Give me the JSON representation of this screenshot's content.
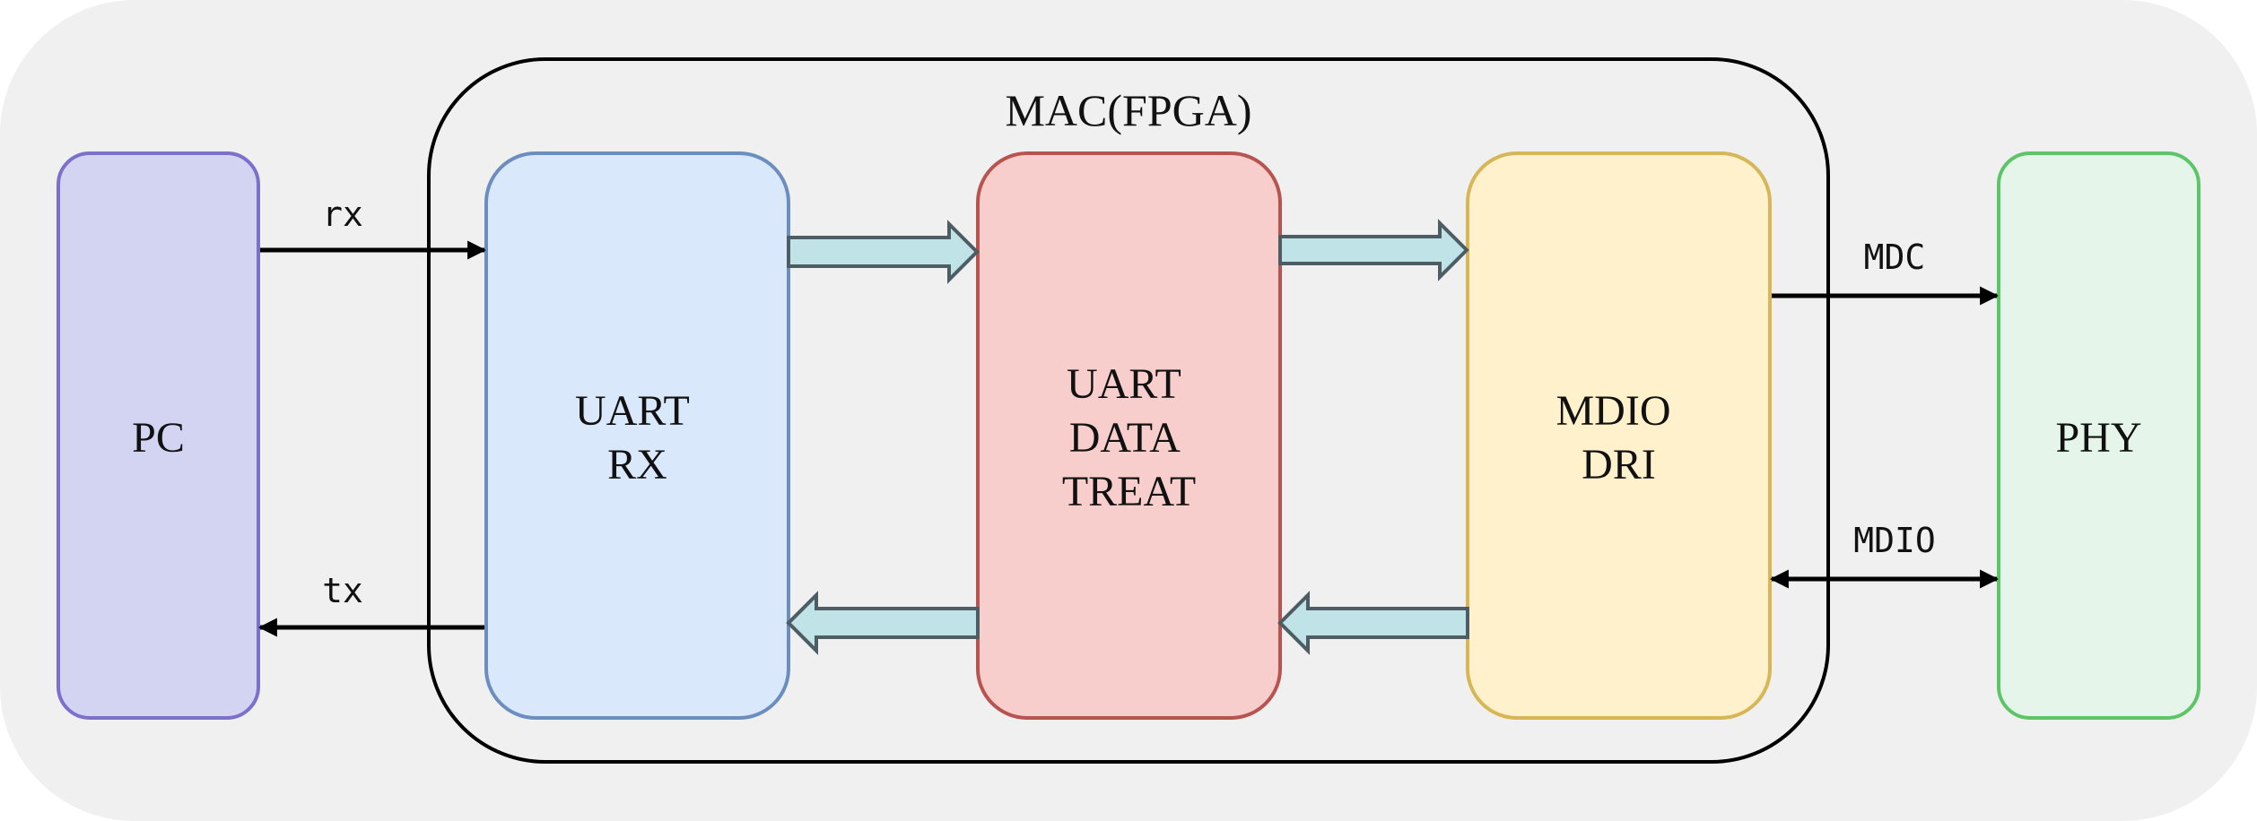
{
  "diagram": {
    "container": {
      "label": "MAC(FPGA)"
    },
    "blocks": {
      "pc": {
        "lines": [
          "PC"
        ],
        "fill": "#d3d3f2",
        "stroke": "#7b70cc"
      },
      "uart_rx": {
        "lines": [
          "UART",
          "RX"
        ],
        "fill": "#dae8fb",
        "stroke": "#6c8ebf"
      },
      "uart_data_treat": {
        "lines": [
          "UART",
          "DATA",
          "TREAT"
        ],
        "fill": "#f8cecd",
        "stroke": "#b85450"
      },
      "mdio_dri": {
        "lines": [
          "MDIO",
          "DRI"
        ],
        "fill": "#fef1cc",
        "stroke": "#d6b656"
      },
      "phy": {
        "lines": [
          "PHY"
        ],
        "fill": "#e6f5ea",
        "stroke": "#5bc568"
      }
    },
    "signals": {
      "rx": "rx",
      "tx": "tx",
      "mdc": "MDC",
      "mdio": "MDIO"
    },
    "colors": {
      "background": "#f0f0f0",
      "bus_arrow_fill": "#bfe3e6",
      "bus_arrow_stroke": "#4d5d63",
      "line": "#000000"
    }
  }
}
